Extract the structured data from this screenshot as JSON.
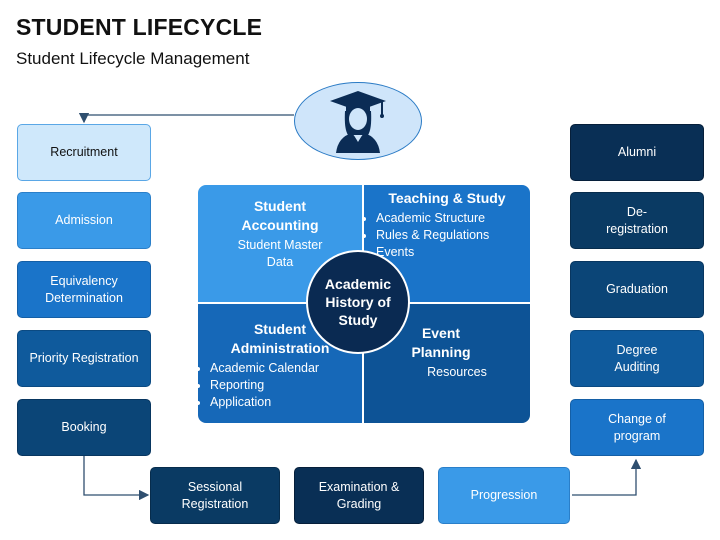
{
  "header": {
    "title": "STUDENT LIFECYCLE",
    "subtitle": "Student Lifecycle Management"
  },
  "icons": {
    "graduate": "graduate-icon"
  },
  "left_column": [
    {
      "label": "Recruitment"
    },
    {
      "label": "Admission"
    },
    {
      "label": "Equivalency Determination"
    },
    {
      "label": "Priority Registration"
    },
    {
      "label": "Booking"
    }
  ],
  "bottom_row": [
    {
      "label": "Sessional Registration"
    },
    {
      "label": "Examination & Grading"
    },
    {
      "label": "Progression"
    }
  ],
  "right_column": [
    {
      "label": "Alumni"
    },
    {
      "label": "De-registration"
    },
    {
      "label": "Graduation"
    },
    {
      "label": "Degree Auditing"
    },
    {
      "label": "Change of program"
    }
  ],
  "center": {
    "hub": "Academic History of Study",
    "student_accounting": {
      "title": "Student Accounting",
      "subtitle": "Student Master Data"
    },
    "teaching_study": {
      "title": "Teaching & Study",
      "items": [
        "Academic Structure",
        "Rules & Regulations",
        "Events"
      ]
    },
    "student_administration": {
      "title": "Student Administration",
      "items": [
        "Academic Calendar",
        "Reporting",
        "Application"
      ]
    },
    "event_planning": {
      "title": "Event Planning",
      "subtitle": "Resources"
    }
  },
  "colors": {
    "lightest": "#cfe8fb",
    "light": "#3a9ae8",
    "medium": "#1a74c9",
    "dark": "#0f5a9c",
    "darkest": "#092f55",
    "connector": "#2f4f6f"
  }
}
